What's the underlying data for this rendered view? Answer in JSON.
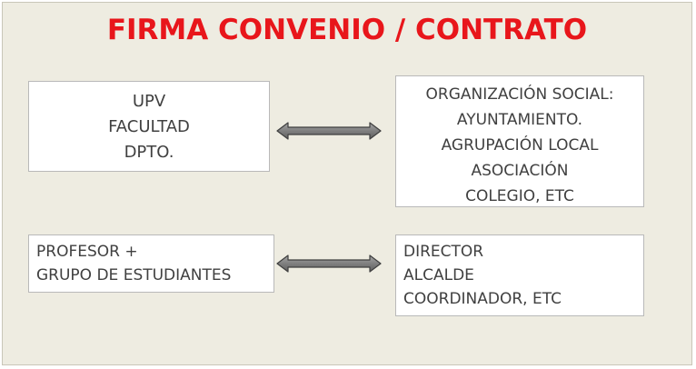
{
  "title": "FIRMA CONVENIO / CONTRATO",
  "left_top_box": {
    "lines": [
      "UPV",
      "FACULTAD",
      "DPTO."
    ]
  },
  "right_top_box": {
    "lines": [
      "ORGANIZACIÓN SOCIAL:",
      "AYUNTAMIENTO.",
      "AGRUPACIÓN LOCAL",
      "ASOCIACIÓN",
      "COLEGIO, ETC"
    ]
  },
  "left_bottom_box": {
    "lines": [
      "PROFESOR +",
      "GRUPO DE ESTUDIANTES"
    ]
  },
  "right_bottom_box": {
    "lines": [
      "DIRECTOR",
      "ALCALDE",
      "COORDINADOR, ETC"
    ]
  },
  "colors": {
    "title": "#e8161b",
    "background": "#eeece1",
    "arrow_fill": "#7f7f7f",
    "arrow_stroke": "#3f3f3f",
    "text": "#404040"
  },
  "icons": [
    "double-arrow-icon",
    "double-arrow-icon"
  ]
}
